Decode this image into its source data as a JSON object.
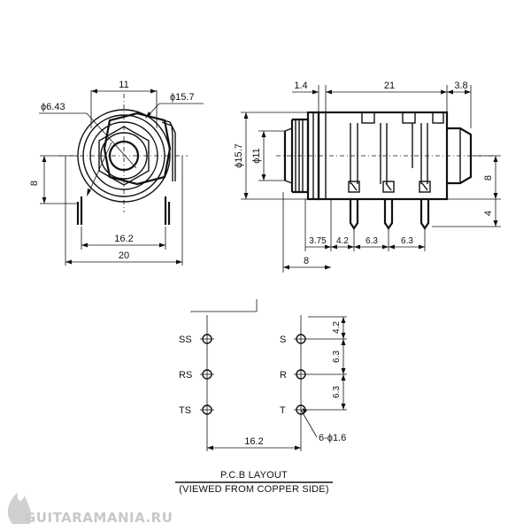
{
  "front_view": {
    "dim_width_top": "11",
    "dim_diameter_outer": "ϕ15.7",
    "dim_diameter_inner": "ϕ6.43",
    "dim_height": "8",
    "dim_pin_span": "16.2",
    "dim_total_width": "20"
  },
  "side_view": {
    "dim_flange": "1.4",
    "dim_body_length": "21",
    "dim_rear": "3.8",
    "dim_outer_diameter": "ϕ15.7",
    "dim_thread_diameter": "ϕ11",
    "dim_axis_height": "8",
    "dim_pin_length": "4",
    "dim_first_pin": "3.75",
    "dim_pin_gap_1": "4.2",
    "dim_pin_gap_2": "6.3",
    "dim_pin_gap_3": "6.3",
    "dim_front_offset": "8"
  },
  "pcb_layout": {
    "pads_left": [
      "SS",
      "RS",
      "TS"
    ],
    "pads_right": [
      "S",
      "R",
      "T"
    ],
    "dim_vertical_1": "4.2",
    "dim_vertical_2": "6.3",
    "dim_vertical_3": "6.3",
    "dim_horizontal": "16.2",
    "hole_callout": "6-ϕ1.6",
    "caption_line_1": "P.C.B LAYOUT",
    "caption_line_2": "(VIEWED FROM COPPER SIDE)"
  },
  "watermark": "GUITARAMANIA.RU"
}
